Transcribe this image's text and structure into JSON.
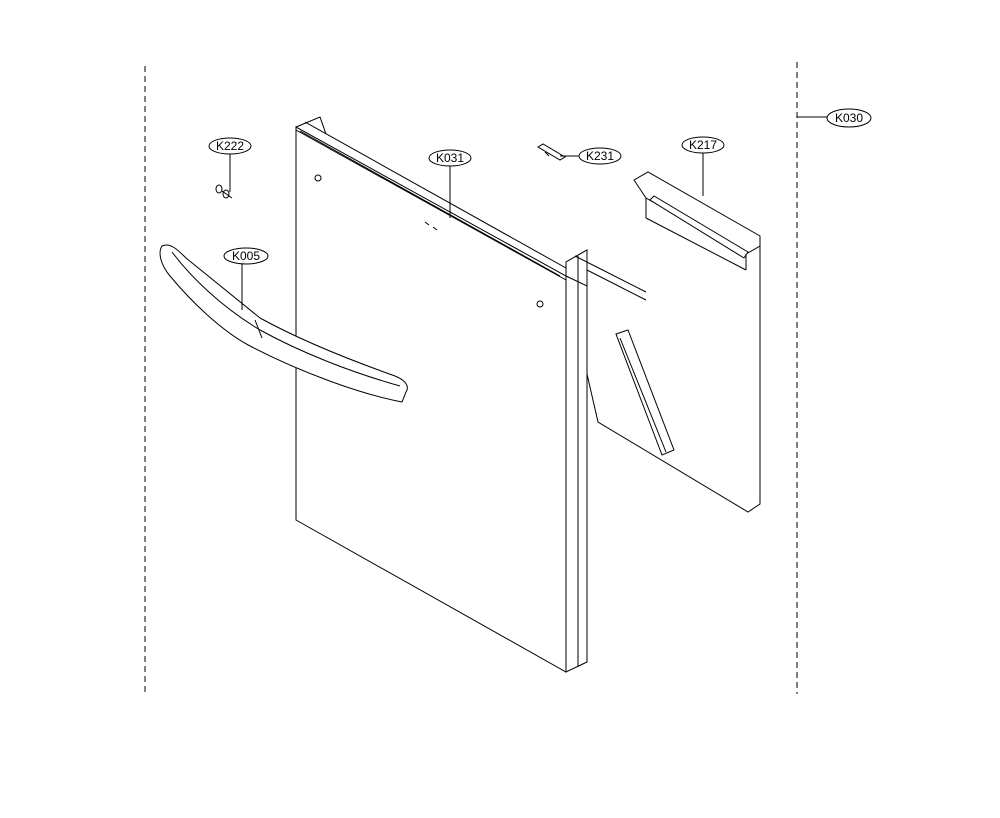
{
  "callouts": {
    "k222": "K222",
    "k031": "K031",
    "k231": "K231",
    "k217": "K217",
    "k030": "K030",
    "k005": "K005"
  }
}
